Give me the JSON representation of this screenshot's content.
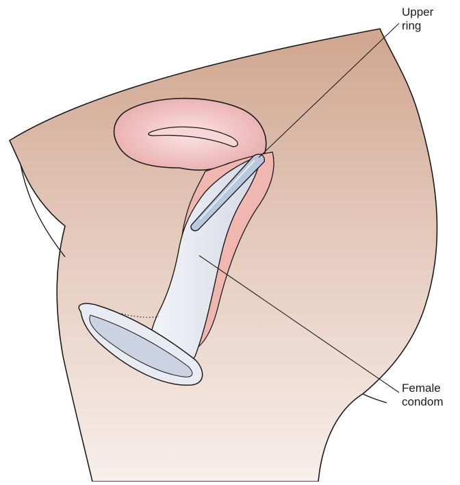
{
  "labels": {
    "upper_ring_line1": "Upper",
    "upper_ring_line2": "ring",
    "female_condom_line1": "Female",
    "female_condom_line2": "condom"
  },
  "colors": {
    "body_top": "#d1ac96",
    "body_bottom": "#f6ebe7",
    "uterus": "#f2c3c3",
    "uterus_dark": "#e09a9a",
    "condom": "#e6e8ef",
    "ring": "#b6c6dc",
    "outline": "#1a1a1a"
  }
}
